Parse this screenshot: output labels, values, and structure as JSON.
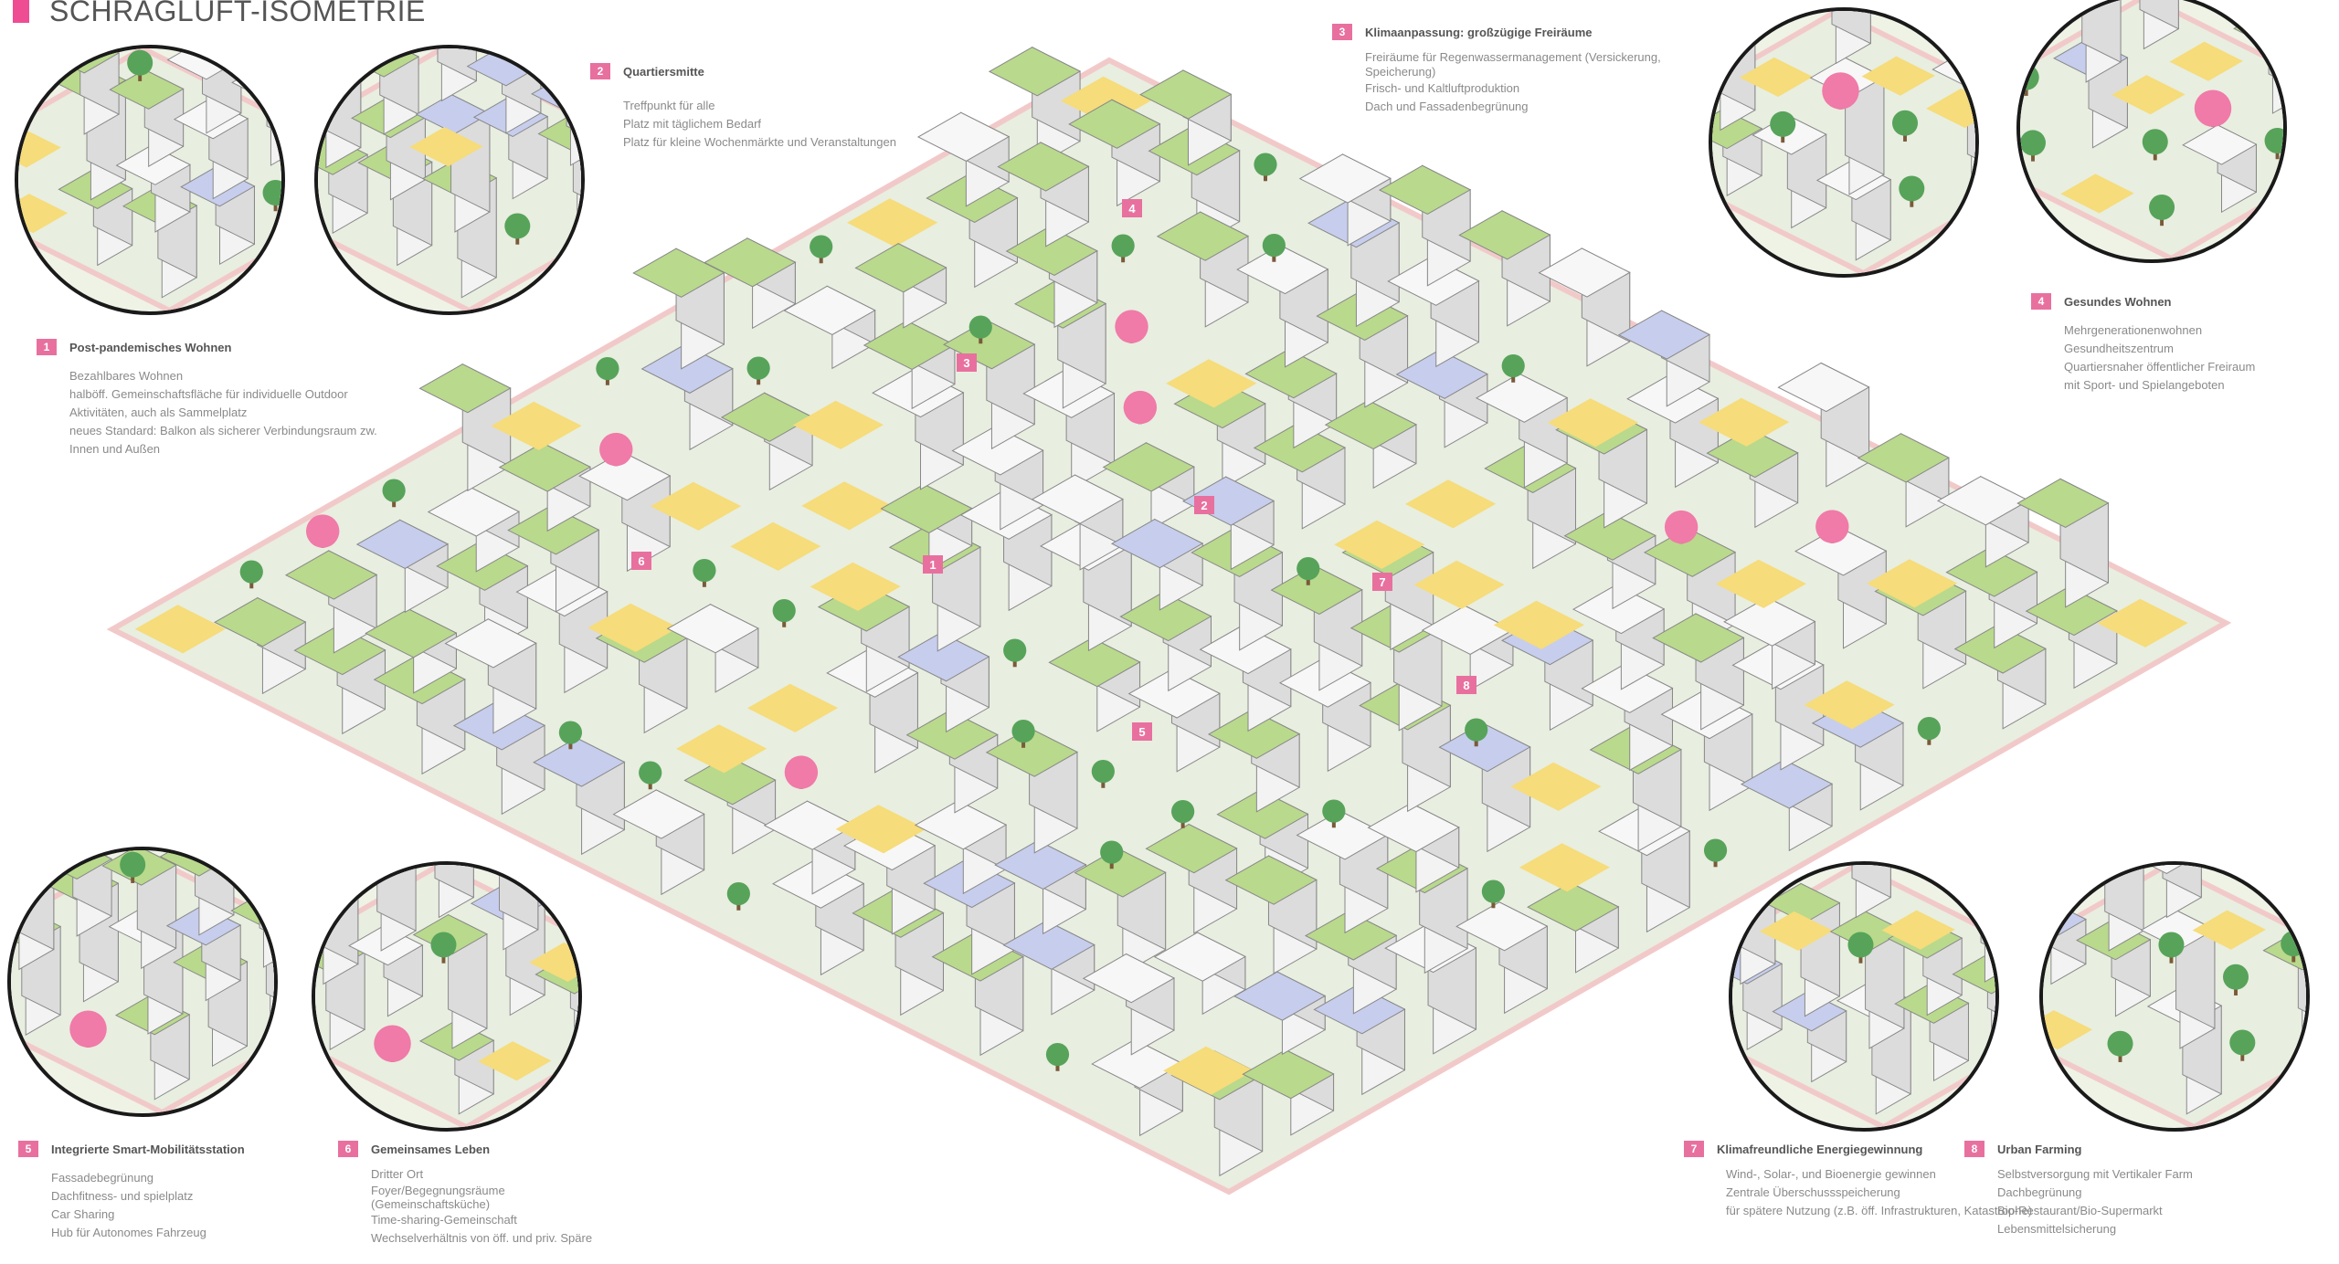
{
  "title": "SCHRAGLUFT-ISOMETRIE",
  "colors": {
    "accent": "#ee4c93",
    "badge": "#e8709f",
    "roof_green": "#b9d98c",
    "roof_blue": "#c7cdec",
    "tree": "#57a35a",
    "tree_pink": "#f07aa8",
    "plaza": "#f6dc7a"
  },
  "features": [
    {
      "num": "1",
      "title": "Post-pandemisches Wohnen",
      "lines": [
        "Bezahlbares Wohnen",
        "halböff. Gemeinschaftsfläche für individuelle Outdoor",
        "Aktivitäten, auch als Sammelplatz",
        "neues Standard: Balkon als sicherer Verbindungsraum zw.",
        "Innen und Außen"
      ]
    },
    {
      "num": "2",
      "title": "Quartiersmitte",
      "lines": [
        "Treffpunkt für alle",
        "Platz mit täglichem Bedarf",
        "Platz für kleine Wochenmärkte und Veranstaltungen"
      ]
    },
    {
      "num": "3",
      "title": "Klimaanpassung: großzügige Freiräume",
      "lines": [
        "Freiräume für Regenwassermanagement (Versickerung,",
        "Speicherung)",
        "Frisch- und Kaltluftproduktion",
        "Dach und Fassadenbegrünung"
      ]
    },
    {
      "num": "4",
      "title": "Gesundes Wohnen",
      "lines": [
        "Mehrgenerationenwohnen",
        "Gesundheitszentrum",
        "Quartiersnaher öffentlicher Freiraum",
        "mit Sport- und Spielangeboten"
      ]
    },
    {
      "num": "5",
      "title": "Integrierte Smart-Mobilitätsstation",
      "lines": [
        "Fassadebegrünung",
        "Dachfitness- und spielplatz",
        "Car Sharing",
        "Hub für Autonomes Fahrzeug"
      ]
    },
    {
      "num": "6",
      "title": "Gemeinsames Leben",
      "lines": [
        "Dritter Ort",
        "Foyer/Begegnungsräume",
        "(Gemeinschaftsküche)",
        "Time-sharing-Gemeinschaft",
        "Wechselverhältnis von öff. und priv. Späre"
      ]
    },
    {
      "num": "7",
      "title": "Klimafreundliche Energiegewinnung",
      "lines": [
        "Wind-, Solar-, und Bioenergie gewinnen",
        "Zentrale Überschussspeicherung",
        "für spätere Nutzung (z.B. öff. Infrastrukturen, Katastrophe)"
      ]
    },
    {
      "num": "8",
      "title": "Urban Farming",
      "lines": [
        "Selbstversorgung mit Vertikaler Farm",
        "Dachbegrünung",
        "Bio-Restaurant/Bio-Supermarkt",
        "Lebensmittelsicherung"
      ]
    }
  ]
}
